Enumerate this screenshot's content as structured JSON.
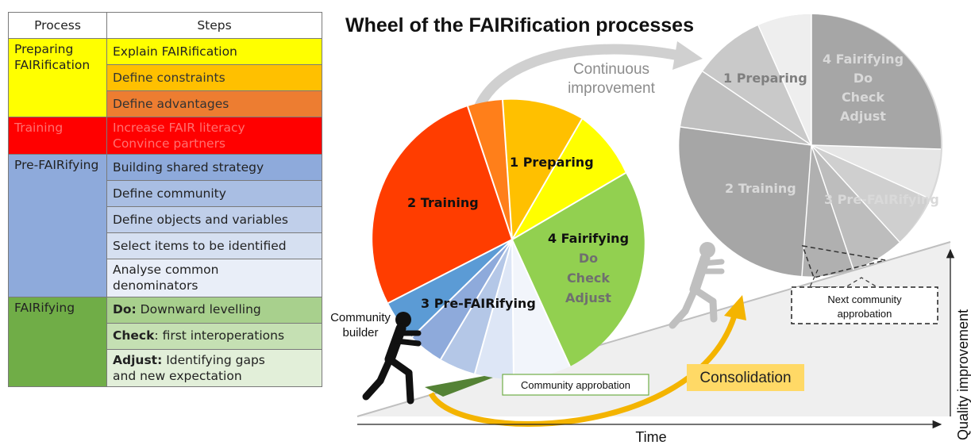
{
  "table": {
    "headers": {
      "process": "Process",
      "steps": "Steps"
    },
    "groups": [
      {
        "process": "Preparing FAIRification",
        "process_bg": "#ffff00",
        "process_color": "#222222",
        "steps": [
          {
            "text": "Explain FAIRification",
            "bg": "#ffff00",
            "color": "#222222"
          },
          {
            "text": "Define constraints",
            "bg": "#ffc000",
            "color": "#333333"
          },
          {
            "text": "Define advantages",
            "bg": "#ed7d31",
            "color": "#333333"
          }
        ]
      },
      {
        "process": "Training",
        "process_bg": "#ff0000",
        "process_color": "#ff7070",
        "steps": [
          {
            "lines": [
              "Increase FAIR literacy",
              "Convince partners"
            ],
            "bg": "#ff0000",
            "color": "#ff7070"
          }
        ]
      },
      {
        "process": "Pre-FAIRifying",
        "process_bg": "#8eaadb",
        "process_color": "#222222",
        "steps": [
          {
            "text": "Building shared strategy",
            "bg": "#8eaadb",
            "color": "#222222"
          },
          {
            "text": "Define community",
            "bg": "#a9bee3",
            "color": "#222222"
          },
          {
            "text": "Define objects and variables",
            "bg": "#c0cfea",
            "color": "#222222"
          },
          {
            "text": "Select items to be identified",
            "bg": "#d6e0f1",
            "color": "#222222"
          },
          {
            "lines": [
              "Analyse common",
              "denominators"
            ],
            "bg": "#e9eef8",
            "color": "#222222"
          }
        ]
      },
      {
        "process": "FAIRifying",
        "process_bg": "#70ad47",
        "process_color": "#222222",
        "steps": [
          {
            "bold": "Do:",
            "text": " Downward levelling",
            "bg": "#a8d08d",
            "color": "#222222"
          },
          {
            "bold": "Check",
            "text": ": first interoperations",
            "bg": "#c5e0b3",
            "color": "#222222"
          },
          {
            "bold": "Adjust:",
            "text": " Identifying gaps",
            "line2": "and new expectation",
            "bg": "#e2efd9",
            "color": "#222222"
          }
        ]
      }
    ]
  },
  "diagram": {
    "title": "Wheel of the FAIRification processes",
    "continuous_improvement": [
      "Continuous",
      "improvement"
    ],
    "wheel_labels": {
      "preparing": "1 Preparing",
      "training": "2 Training",
      "prefairifying": "3 Pre-FAIRifying",
      "fairifying": "4 Fairifying",
      "fairifying_steps": [
        "Do",
        "Check",
        "Adjust"
      ]
    },
    "ghost_labels": {
      "preparing": "1 Preparing",
      "training": "2 Training",
      "prefairifying": "3 Pre-FAIRifying",
      "fairifying": "4 Fairifying",
      "fairifying_steps": [
        "Do",
        "Check",
        "Adjust"
      ]
    },
    "community_builder": [
      "Community",
      "builder"
    ],
    "community_approbation": "Community approbation",
    "next_community_approbation": [
      "Next community",
      "approbation"
    ],
    "consolidation": "Consolidation",
    "x_axis": "Time",
    "y_axis": "Quality improvement",
    "colors": {
      "preparing": [
        "#ffff00",
        "#ffc000",
        "#ed7d31"
      ],
      "training": "#ff3d00",
      "prefairifying": [
        "#5b9bd5",
        "#8eaadb",
        "#b4c7e7",
        "#d6e0f4",
        "#eef2fa"
      ],
      "fairifying": "#92d050",
      "consolidation_bg": "#ffd966",
      "arrow": "#f4b400"
    }
  }
}
